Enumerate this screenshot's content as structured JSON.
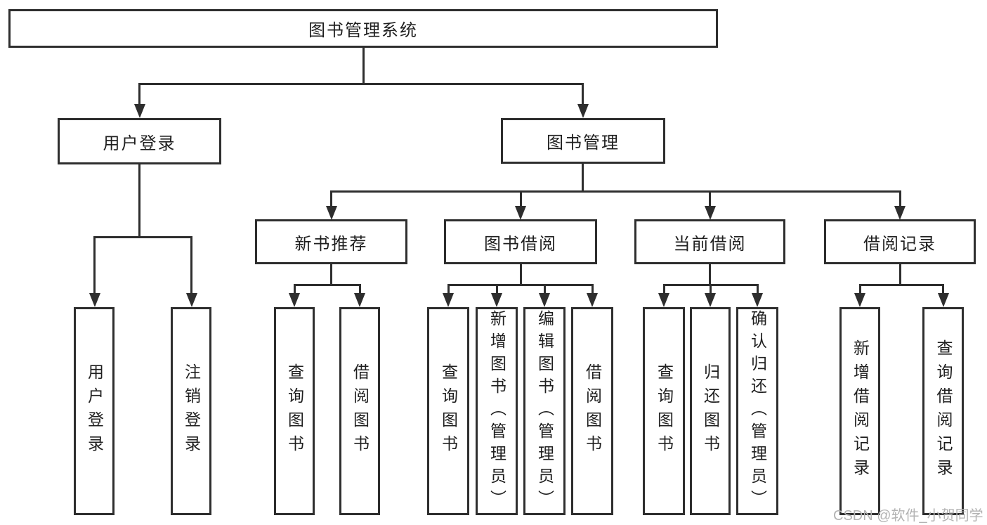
{
  "tree": {
    "root": {
      "label": "图书管理系统"
    },
    "branches": [
      {
        "label": "用户登录",
        "children": [
          {
            "label": "用户登录"
          },
          {
            "label": "注销登录"
          }
        ]
      },
      {
        "label": "图书管理",
        "children": [
          {
            "label": "新书推荐",
            "children": [
              {
                "label": "查询图书"
              },
              {
                "label": "借阅图书"
              }
            ]
          },
          {
            "label": "图书借阅",
            "children": [
              {
                "label": "查询图书"
              },
              {
                "label": "新增图书（管理员）"
              },
              {
                "label": "编辑图书（管理员）"
              },
              {
                "label": "借阅图书"
              }
            ]
          },
          {
            "label": "当前借阅",
            "children": [
              {
                "label": "查询图书"
              },
              {
                "label": "归还图书"
              },
              {
                "label": "确认归还（管理员）"
              }
            ]
          },
          {
            "label": "借阅记录",
            "children": [
              {
                "label": "新增借阅记录"
              },
              {
                "label": "查询借阅记录"
              }
            ]
          }
        ]
      }
    ]
  },
  "watermark": {
    "text": "CSDN @软件_小贺同学"
  },
  "colors": {
    "line": "#2e2e2e",
    "box_border": "#2e2e2e",
    "box_fill": "#ffffff",
    "text": "#1f1f1f",
    "watermark": "#b3b3b3",
    "background": "#ffffff"
  }
}
